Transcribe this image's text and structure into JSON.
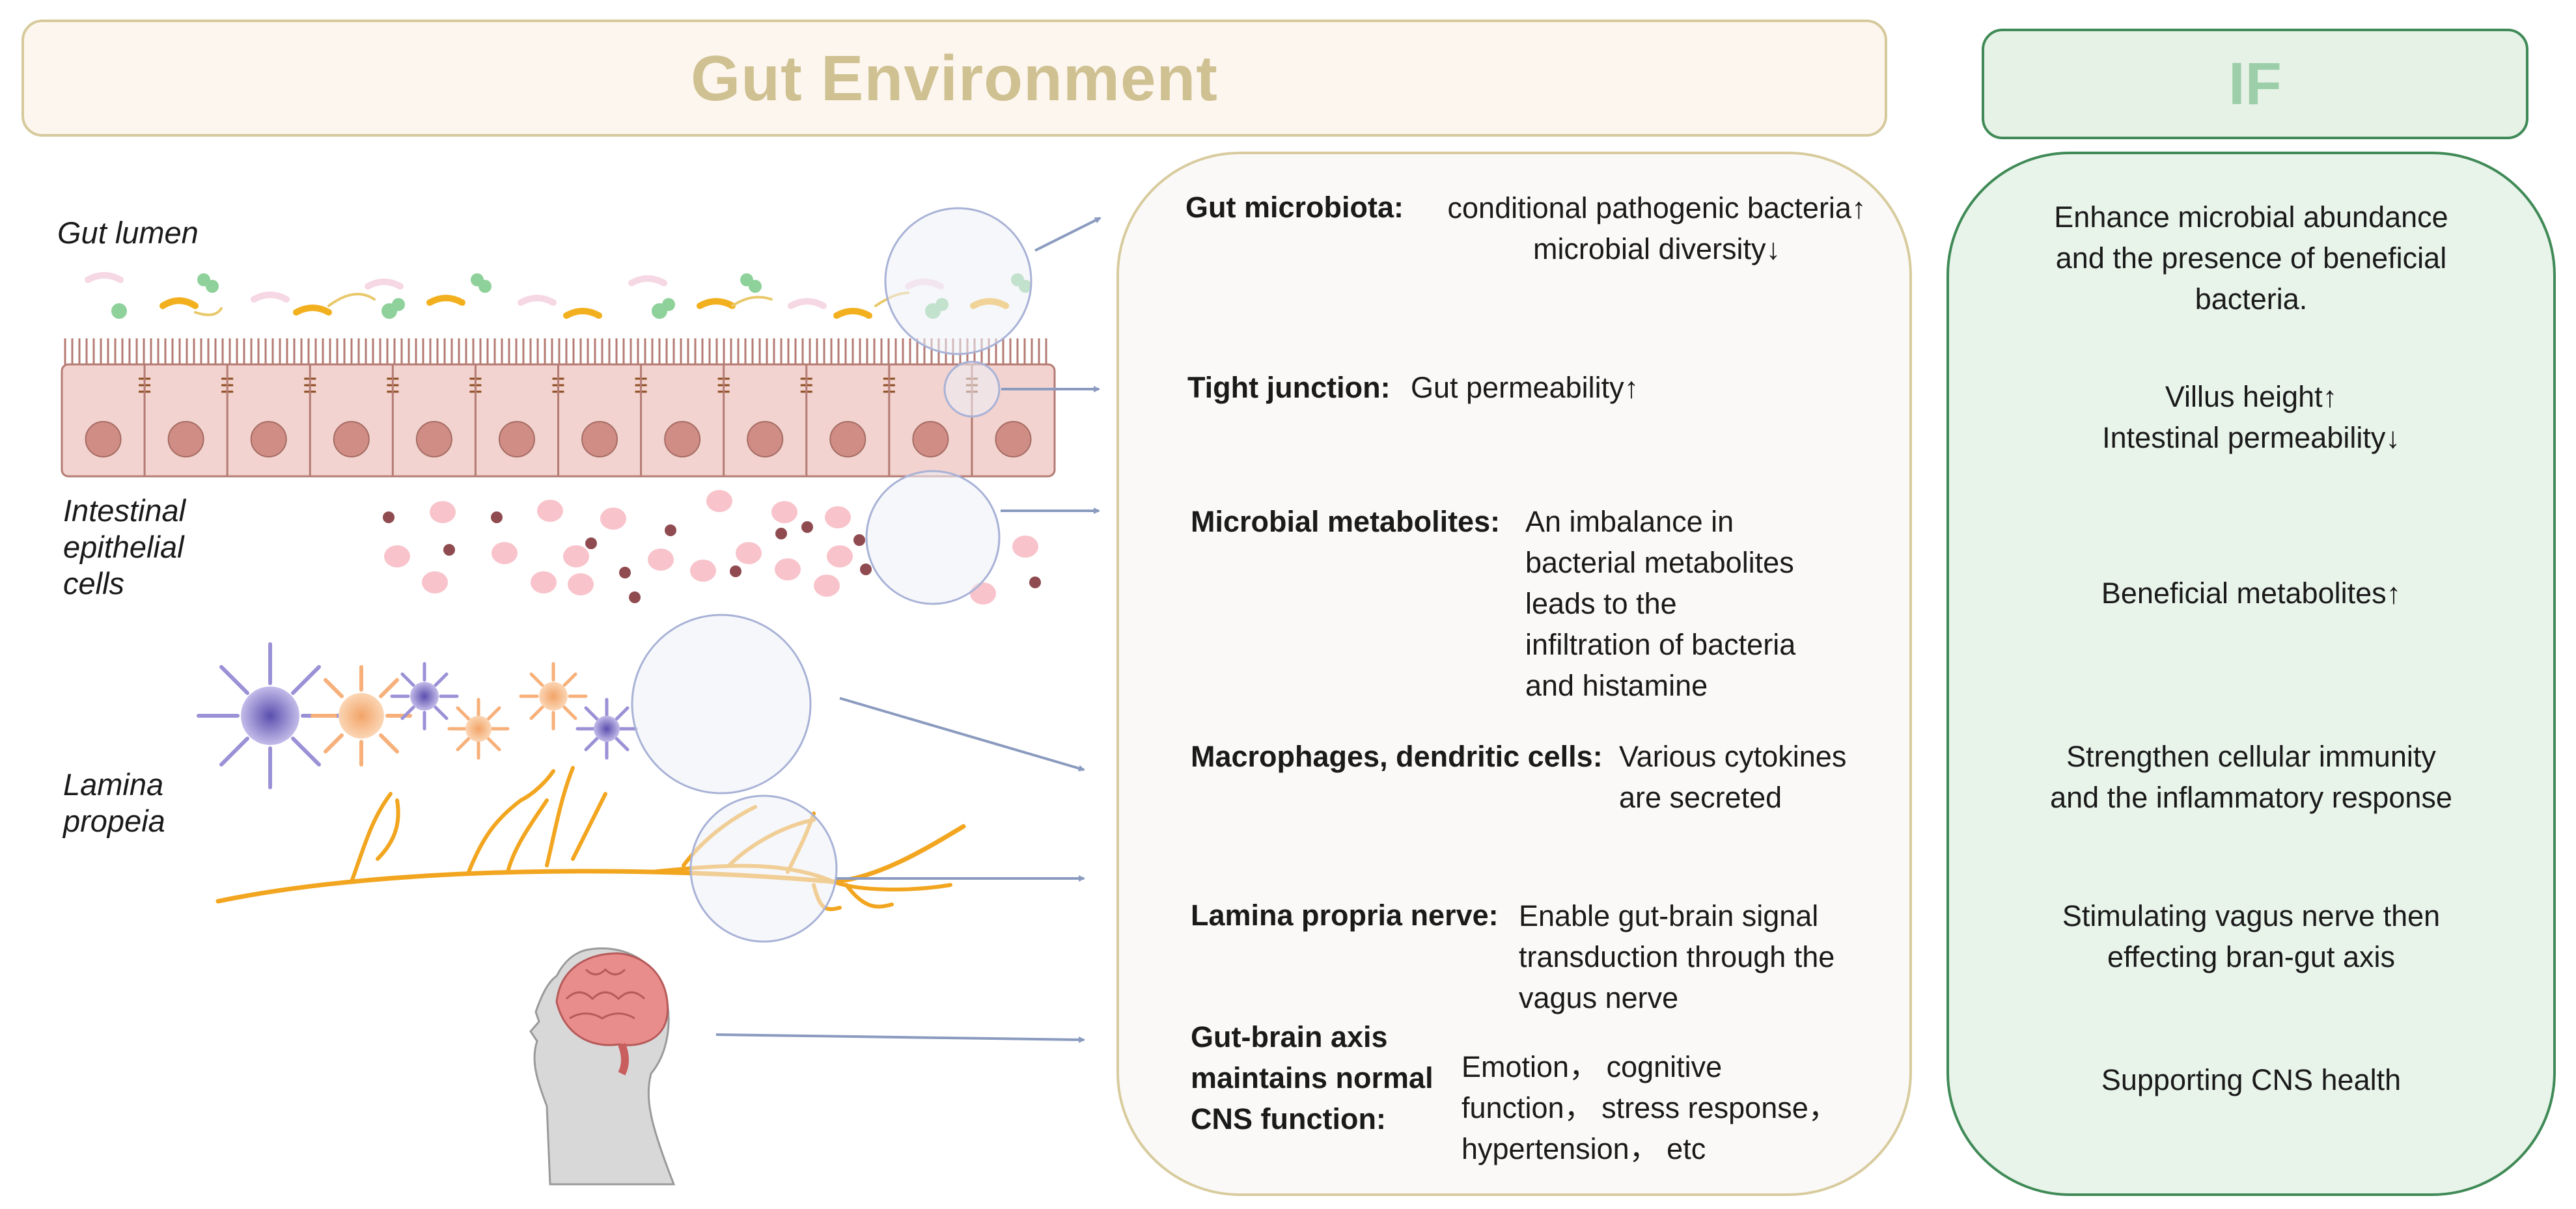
{
  "header": {
    "title": "Gut Environment",
    "if_title": "IF"
  },
  "left_labels": {
    "gut_lumen": "Gut lumen",
    "epithelial": "Intestinal\nepithelial\ncells",
    "lamina": "Lamina\npropeia"
  },
  "middle_rows": [
    {
      "label": "Gut microbiota:",
      "text": "conditional pathogenic bacteria↑\nmicrobial diversity↓"
    },
    {
      "label": "Tight junction:",
      "text": "Gut permeability↑"
    },
    {
      "label": "Microbial metabolites:",
      "text": "An imbalance in\nbacterial metabolites\nleads to the\ninfiltration of bacteria\nand histamine"
    },
    {
      "label": "Macrophages, dendritic cells:",
      "text": "Various cytokines\nare secreted"
    },
    {
      "label": "Lamina propria nerve:",
      "text": "Enable gut-brain signal\ntransduction through the\nvagus nerve"
    },
    {
      "label": "Gut-brain axis\nmaintains normal\nCNS function:",
      "text": "Emotion，  cognitive\nfunction，  stress response，\nhypertension，   etc"
    }
  ],
  "if_items": [
    "Enhance microbial abundance\nand the presence of beneficial\nbacteria.",
    "Villus height↑\nIntestinal permeability↓",
    "Beneficial metabolites↑",
    "Strengthen cellular immunity\nand the inflammatory response",
    "Stimulating vagus nerve then\neffecting bran-gut axis",
    "Supporting CNS health"
  ],
  "colors": {
    "gut_header_border": "#d6c99b",
    "gut_header_text": "#cfc191",
    "if_border": "#3f8a56",
    "if_text": "#9ccfa9",
    "if_fill": "#e8f3ea",
    "arrow": "#8a9bbf",
    "epithelium": "#f2d3cf",
    "nerve": "#f2a51f"
  }
}
